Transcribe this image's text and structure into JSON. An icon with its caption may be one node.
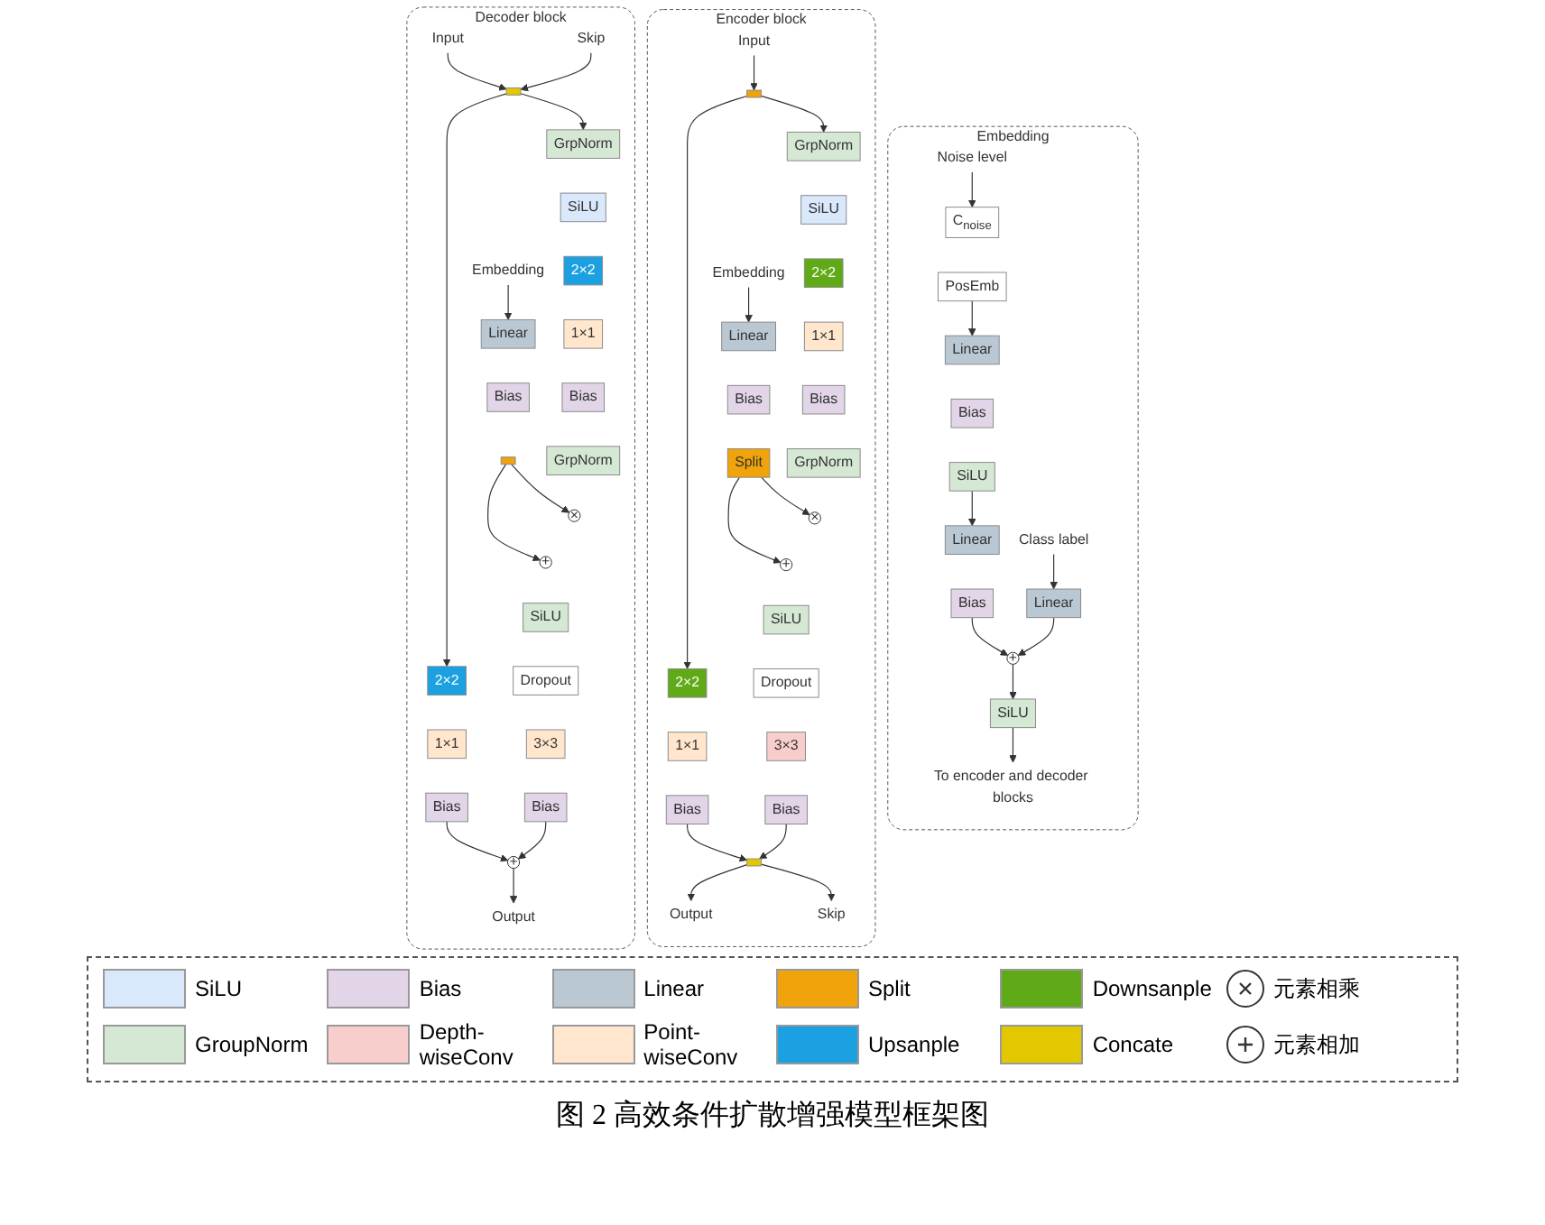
{
  "diagram": {
    "caption": "图 2 高效条件扩散增强模型框架图",
    "nodes": [
      {
        "text": [
          "Embedding"
        ]
      },
      {
        "text": [
          "Noise level"
        ],
        "in": 0
      },
      {
        "text": [
          "Class label"
        ],
        "in": 0
      },
      {
        "text": [
          "C$_{noise}$"
        ],
        "in": 0
      },
      {
        "text": [
          "PosEmb"
        ],
        "in": 0
      },
      {
        "text": [
          "Linear"
        ],
        "in": 0
      },
      {
        "text": [
          "Bias"
        ],
        "in": 0
      },
      {
        "text": [
          "SiLU"
        ],
        "in": 0
      },
      {
        "text": [
          "Linear"
        ],
        "in": 0
      },
      {
        "text": [
          "Bias"
        ],
        "in": 0
      },
      {
        "text": [
          "+"
        ],
        "in": 0
      },
      {
        "text": [
          "Linear"
        ],
        "in": 0
      },
      {
        "text": [
          "SiLU"
        ],
        "in": 0
      },
      {
        "text": [
          "To encoder and decoder blocks"
        ],
        "in": 0
      },
      {
        "text": [
          "Encoder block"
        ]
      },
      {
        "text": [
          "Input"
        ],
        "in": 14
      },
      {
        "text": [
          "Embedding"
        ],
        "in": 14
      },
      {
        "text": [],
        "shape": "box",
        "in": 14
      },
      {
        "text": [
          "2×2"
        ],
        "in": 14
      },
      {
        "text": [
          "1×1"
        ],
        "in": 14
      },
      {
        "text": [
          "Bias"
        ],
        "in": 14
      },
      {
        "text": [
          "GrpNorm"
        ],
        "in": 14
      },
      {
        "text": [
          "SiLU"
        ],
        "in": 14
      },
      {
        "text": [
          "2×2"
        ],
        "in": 14
      },
      {
        "text": [
          "1×1"
        ],
        "in": 14
      },
      {
        "text": [
          "Bias"
        ],
        "in": 14
      },
      {
        "text": [
          "GrpNorm"
        ],
        "in": 14
      },
      {
        "text": [
          "Linear"
        ],
        "in": 14
      },
      {
        "text": [
          "Bias"
        ],
        "in": 14
      },
      {
        "text": [
          "Split"
        ],
        "in": 14
      },
      {
        "text": [
          "×"
        ],
        "in": 14
      },
      {
        "text": [
          "+"
        ],
        "in": 14
      },
      {
        "text": [
          "SiLU"
        ],
        "in": 14
      },
      {
        "text": [
          "Dropout"
        ],
        "in": 14
      },
      {
        "text": [
          "3×3"
        ],
        "in": 14
      },
      {
        "text": [
          "Bias"
        ],
        "in": 14
      },
      {
        "text": [],
        "shape": "box",
        "in": 14
      },
      {
        "text": [
          "Output"
        ],
        "in": 14
      },
      {
        "text": [
          "Skip"
        ],
        "in": 14
      },
      {
        "text": [
          "Decoder block"
        ]
      },
      {
        "text": [
          "Input"
        ],
        "in": 39
      },
      {
        "text": [
          "Skip"
        ],
        "in": 39
      },
      {
        "text": [
          "Embedding"
        ],
        "in": 39
      },
      {
        "text": [],
        "shape": "box",
        "in": 39
      },
      {
        "text": [
          "2×2"
        ],
        "in": 39
      },
      {
        "text": [
          "1×1"
        ],
        "in": 39
      },
      {
        "text": [
          "Bias"
        ],
        "in": 39
      },
      {
        "text": [
          "GrpNorm"
        ],
        "in": 39
      },
      {
        "text": [
          "SiLU"
        ],
        "in": 39
      },
      {
        "text": [
          "2×2"
        ],
        "in": 39
      },
      {
        "text": [
          "1×1"
        ],
        "in": 39
      },
      {
        "text": [
          "Bias"
        ],
        "in": 39
      },
      {
        "text": [
          "GrpNorm"
        ],
        "in": 39
      },
      {
        "text": [
          "Linear"
        ],
        "in": 39
      },
      {
        "text": [
          "Bias"
        ],
        "in": 39
      },
      {
        "text": [],
        "shape": "box",
        "in": 39
      },
      {
        "text": [
          "×"
        ],
        "in": 39
      },
      {
        "text": [
          "+"
        ],
        "in": 39
      },
      {
        "text": [
          "SiLU"
        ],
        "in": 39
      },
      {
        "text": [
          "Dropout"
        ],
        "in": 39
      },
      {
        "text": [
          "3×3"
        ],
        "in": 39
      },
      {
        "text": [
          "Bias"
        ],
        "in": 39
      },
      {
        "text": [
          "+"
        ],
        "in": 39
      },
      {
        "text": [
          "Output"
        ],
        "in": 39
      }
    ],
    "edges": [
      {
        "from": 1,
        "to": 3,
        "arrow": "to"
      },
      {
        "from": 4,
        "to": 5,
        "arrow": "to"
      },
      {
        "from": 7,
        "to": 8,
        "arrow": "to"
      },
      {
        "from": 9,
        "to": 10,
        "arrow": "to"
      },
      {
        "from": 2,
        "to": 11,
        "arrow": "to"
      },
      {
        "from": 11,
        "to": 10,
        "arrow": "to"
      },
      {
        "from": 10,
        "to": 12,
        "arrow": "to"
      },
      {
        "from": 12,
        "to": 13,
        "arrow": "to"
      },
      {
        "from": 15,
        "to": 17,
        "arrow": "to"
      },
      {
        "from": 17,
        "to": 21,
        "arrow": "to"
      },
      {
        "from": 17,
        "to": 18,
        "arrow": "to"
      },
      {
        "from": 16,
        "to": 27,
        "arrow": "to"
      },
      {
        "from": 29,
        "to": 30,
        "arrow": "to"
      },
      {
        "from": 29,
        "to": 31,
        "arrow": "to"
      },
      {
        "from": 20,
        "to": 36,
        "arrow": "to"
      },
      {
        "from": 35,
        "to": 36,
        "arrow": "to"
      },
      {
        "from": 36,
        "to": 37,
        "arrow": "to"
      },
      {
        "from": 36,
        "to": 38,
        "arrow": "to"
      },
      {
        "from": 40,
        "to": 43,
        "arrow": "to"
      },
      {
        "from": 41,
        "to": 43,
        "arrow": "to"
      },
      {
        "from": 43,
        "to": 47,
        "arrow": "to"
      },
      {
        "from": 43,
        "to": 44,
        "arrow": "to"
      },
      {
        "from": 42,
        "to": 53,
        "arrow": "to"
      },
      {
        "from": 55,
        "to": 56,
        "arrow": "to"
      },
      {
        "from": 55,
        "to": 57,
        "arrow": "to"
      },
      {
        "from": 46,
        "to": 62,
        "arrow": "to"
      },
      {
        "from": 61,
        "to": 62,
        "arrow": "to"
      },
      {
        "from": 62,
        "to": 63,
        "arrow": "to"
      }
    ],
    "legend": [
      {
        "text": "SiLU",
        "color": "#dae8fc"
      },
      {
        "text": "Bias",
        "color": "#e1d5e7"
      },
      {
        "text": "Linear",
        "color": "#bac8d3"
      },
      {
        "text": "Split",
        "color": "#f0a30a"
      },
      {
        "text": "Downsanple",
        "color": "#60a917"
      },
      {
        "text": "元素相乘"
      },
      {
        "text": "GroupNorm",
        "color": "#d5e8d4"
      },
      {
        "text": "Depth-wiseConv",
        "color": "#f8cecc"
      },
      {
        "text": "Point-wiseConv",
        "color": "#ffe6cc"
      },
      {
        "text": "Upsanple",
        "color": "#1ba1e2"
      },
      {
        "text": "Concate",
        "color": "#e3c800"
      },
      {
        "text": "元素相加"
      }
    ]
  }
}
